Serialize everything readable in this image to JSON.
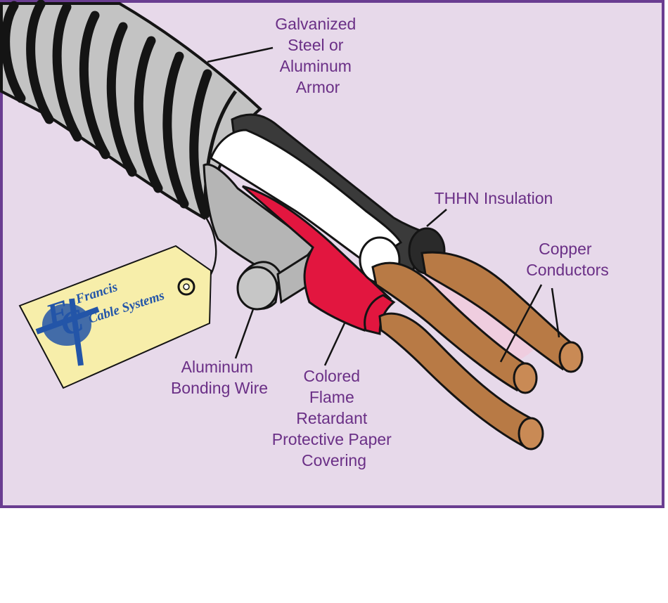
{
  "diagram": {
    "labels": {
      "armor": [
        "Galvanized",
        "Steel or",
        "Aluminum",
        "Armor"
      ],
      "thhn": "THHN Insulation",
      "copper": [
        "Copper",
        "Conductors"
      ],
      "bonding": [
        "Aluminum",
        "Bonding Wire"
      ],
      "paper": [
        "Colored",
        "Flame",
        "Retardant",
        "Protective Paper",
        "Covering"
      ]
    },
    "tag": {
      "line1": "Francis",
      "line2": "Cable Systems",
      "monogram_f": "F",
      "monogram_c": "C"
    },
    "colors": {
      "background": "#e7d9ea",
      "frame": "#6a3d91",
      "label_text": "#6a2f86",
      "armor": "#c3c3c3",
      "armor_ridge": "#141414",
      "bonding_wire": "#b5b5b5",
      "white_insulation": "#ffffff",
      "black_insulation": "#3a3a3a",
      "red_paper": "#e2163f",
      "copper": "#b87a45",
      "tag": "#f7eeaa",
      "tag_logo": "#2355a8"
    }
  }
}
